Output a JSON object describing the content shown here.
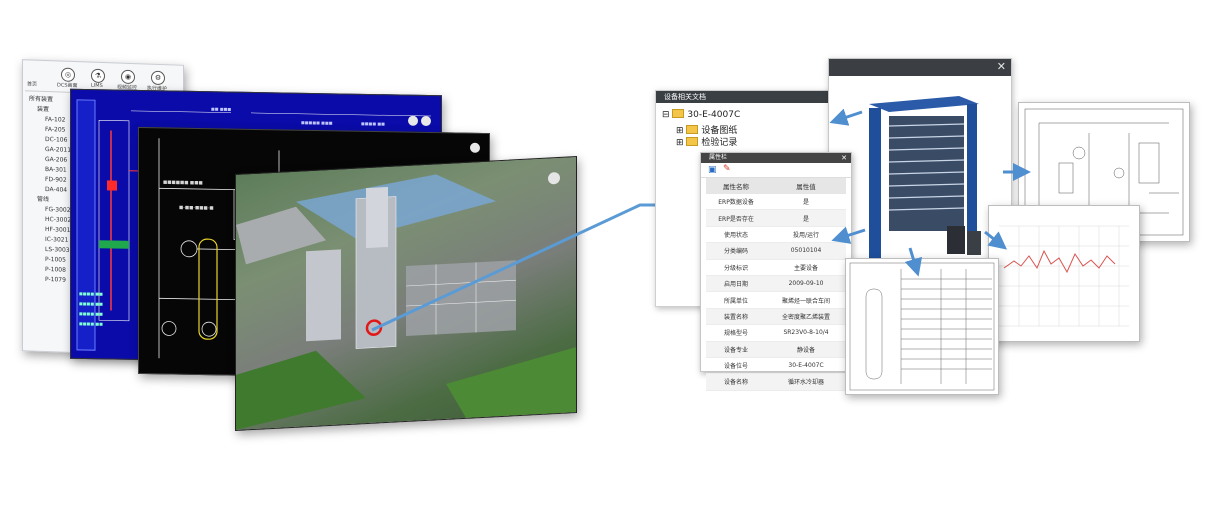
{
  "left_screens": {
    "toolbar": {
      "items": [
        {
          "label": "首页",
          "icon": "home-icon"
        },
        {
          "label": "DCS画面",
          "icon": "dcs-icon"
        },
        {
          "label": "LIMS",
          "icon": "lims-icon"
        },
        {
          "label": "视频监控",
          "icon": "camera-icon"
        },
        {
          "label": "执行维护",
          "icon": "maintenance-icon"
        }
      ]
    },
    "tree": {
      "root": "所有装置",
      "group1": "装置",
      "items1": [
        "FA-102",
        "FA-205",
        "DC-106",
        "GA-2011",
        "GA-206",
        "BA-301",
        "FD-902",
        "DA-404"
      ],
      "group2": "管线",
      "items2": [
        "FG-3002B",
        "HC-3002",
        "HF-3001",
        "IC-3021",
        "LS-3003",
        "P-1005",
        "P-1008",
        "P-1079"
      ]
    }
  },
  "doc_tree": {
    "header": "设备相关文档",
    "root": "30-E-4007C",
    "children": [
      "设备图纸",
      "检验记录"
    ]
  },
  "props": {
    "header": "属性栏",
    "col_name": "属性名称",
    "col_value": "属性值",
    "rows": [
      {
        "name": "ERP数据设备",
        "value": "是"
      },
      {
        "name": "ERP是否存在",
        "value": "是"
      },
      {
        "name": "使用状态",
        "value": "投用/运行"
      },
      {
        "name": "分类编码",
        "value": "05010104"
      },
      {
        "name": "分级标识",
        "value": "主要设备"
      },
      {
        "name": "启用日期",
        "value": "2009-09-10"
      },
      {
        "name": "所属单位",
        "value": "聚烯烃一联合车间"
      },
      {
        "name": "装置名称",
        "value": "全密度聚乙烯装置"
      },
      {
        "name": "规格型号",
        "value": "SR23V0-8-10/4"
      },
      {
        "name": "设备专业",
        "value": "静设备"
      },
      {
        "name": "设备位号",
        "value": "30-E-4007C"
      },
      {
        "name": "设备名称",
        "value": "循环水冷却器"
      }
    ]
  },
  "colors": {
    "link_line": "#5b9bd5",
    "arrow": "#4f8fd0",
    "dcs_blue": "#0a0ba8",
    "window_bar": "#3b3e42",
    "folder": "#f3c64a",
    "model_frame": "#1f4f9b",
    "highlight_ring": "#e21818",
    "trend_line": "#d9534f"
  }
}
